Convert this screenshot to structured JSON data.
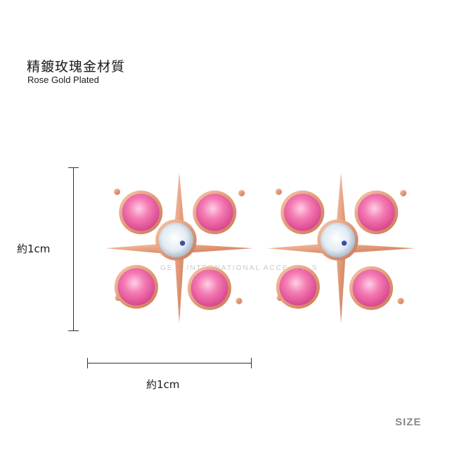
{
  "header": {
    "title_cn": "精鍍玫瑰金材質",
    "title_en": "Rose Gold Plated"
  },
  "dimensions": {
    "vertical_label": "約1cm",
    "horizontal_label": "約1cm"
  },
  "watermark": "GE... INTERNATIONAL ACCE... ...S",
  "size_label": "SIZE",
  "colors": {
    "rose_gold": "#e7a686",
    "pink_stone": "#f06aa8",
    "clear_stone": "#dfe8f0"
  }
}
